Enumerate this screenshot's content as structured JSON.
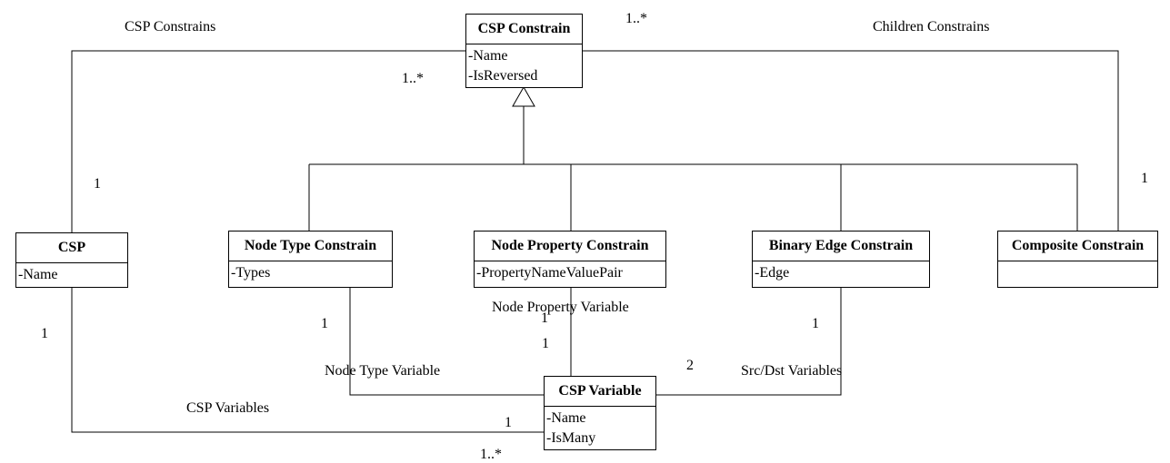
{
  "classes": {
    "csp_constrain": {
      "name": "CSP Constrain",
      "attrs": [
        "-Name",
        "-IsReversed"
      ]
    },
    "csp": {
      "name": "CSP",
      "attrs": [
        "-Name"
      ]
    },
    "node_type_constrain": {
      "name": "Node Type Constrain",
      "attrs": [
        "-Types"
      ]
    },
    "node_property_constrain": {
      "name": "Node Property Constrain",
      "attrs": [
        "-PropertyNameValuePair"
      ]
    },
    "binary_edge_constrain": {
      "name": "Binary Edge Constrain",
      "attrs": [
        "-Edge"
      ]
    },
    "composite_constrain": {
      "name": "Composite Constrain",
      "attrs": []
    },
    "csp_variable": {
      "name": "CSP Variable",
      "attrs": [
        "-Name",
        "-IsMany"
      ]
    }
  },
  "associations": {
    "csp_constrains": "CSP Constrains",
    "children_constrains": "Children Constrains",
    "csp_variables": "CSP Variables",
    "node_type_variable": "Node Type Variable",
    "node_property_variable": "Node Property Variable",
    "src_dst_variables": "Src/Dst Variables"
  },
  "multiplicities": {
    "constrains_top": "1..*",
    "constrains_csp_end": "1..*",
    "csp_end": "1",
    "composite_end": "1",
    "csp_variables_csp_end": "1",
    "csp_variables_var_end": "1",
    "node_type_end": "1",
    "node_property_end_a": "1",
    "node_property_end_b": "1",
    "binary_edge_end": "1",
    "src_dst_var_end": "2",
    "bottom_cut": "1..*"
  }
}
